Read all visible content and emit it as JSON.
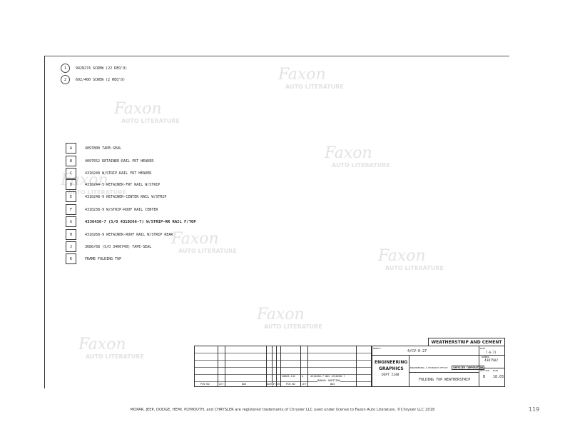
{
  "notes": [
    {
      "num": "1",
      "text": "9428274 SCREW (22 REQ'D)"
    },
    {
      "num": "2",
      "text": "602/400 SCREW (2 REQ'D)"
    }
  ],
  "parts": [
    {
      "key": "A",
      "text": "4097800 TAPE-SEAL"
    },
    {
      "key": "B",
      "text": "4097652 RETAINER-RAIL FRT HEADER"
    },
    {
      "key": "C",
      "text": "4310240 W/STRIP-RAIL FRT HEADER"
    },
    {
      "key": "D",
      "text": "4310244-5 RETAINER-FRT RAIL W/STRIP"
    },
    {
      "key": "E",
      "text": "4310248-9 RETAINER-CENTER RAIL W/STRIP"
    },
    {
      "key": "F",
      "text": "4310238-9 W/STRIP-ROOF RAIL CENTER"
    },
    {
      "key": "G",
      "text": "4336436-7 (S/O 4310266-7) W/STRIP-RR RAIL F/TOP"
    },
    {
      "key": "H",
      "text": "4310268-9 RETAINER-ROOF RAIL W/STRIP REAR"
    },
    {
      "key": "J",
      "text": "3680/68 (S/O 3400740) TAPE-SEAL"
    },
    {
      "key": "K",
      "text": "FRAME FOLDING TOP"
    }
  ],
  "revision": {
    "pcn": "20803-142",
    "ltr": "A",
    "was": "4310266-7 WAS 4310266-7",
    "note": "MANUAL ADDITION",
    "headers": [
      "PCN NO",
      "LET",
      "WAS",
      "DATE",
      "BY",
      "CK",
      "PCN NO",
      "LET",
      "WAS"
    ]
  },
  "title_block": {
    "section_title": "WEATHERSTRIP AND CEMENT",
    "model": "4/CV-0-27",
    "dept1": "ENGINEERING",
    "dept2": "GRAPHICS",
    "dept3": "DEPT 2240",
    "office": "ENGINEERING & RESEARCH OFFICE",
    "brand": "CHRYSLER CORPORATION",
    "title": "FOLDING TOP WEATHERSTRIP",
    "date": "7-6-71",
    "number": "4387502",
    "section": "B",
    "page": "18.03",
    "labels": {
      "model": "MODELS",
      "date": "DATE",
      "number": "NUMBER",
      "section": "SECTION",
      "page": "PAGE"
    }
  },
  "watermark": "Faxon AUTO LITERATURE",
  "footer": "MOPAR, JEEP, DODGE, HEMI, PLYMOUTH, and CHRYSLER are registered trademarks of Chrysler LLC used under license to Faxon Auto Literature. ©Chrysler LLC 2018",
  "page_number": "119"
}
